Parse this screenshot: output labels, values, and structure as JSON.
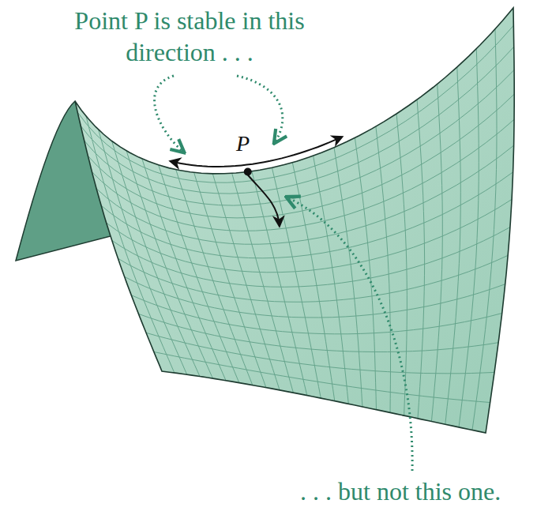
{
  "diagram": {
    "labels": [
      "Point P is stable in this direction . . .",
      "P",
      ". . . but not this one."
    ]
  }
}
